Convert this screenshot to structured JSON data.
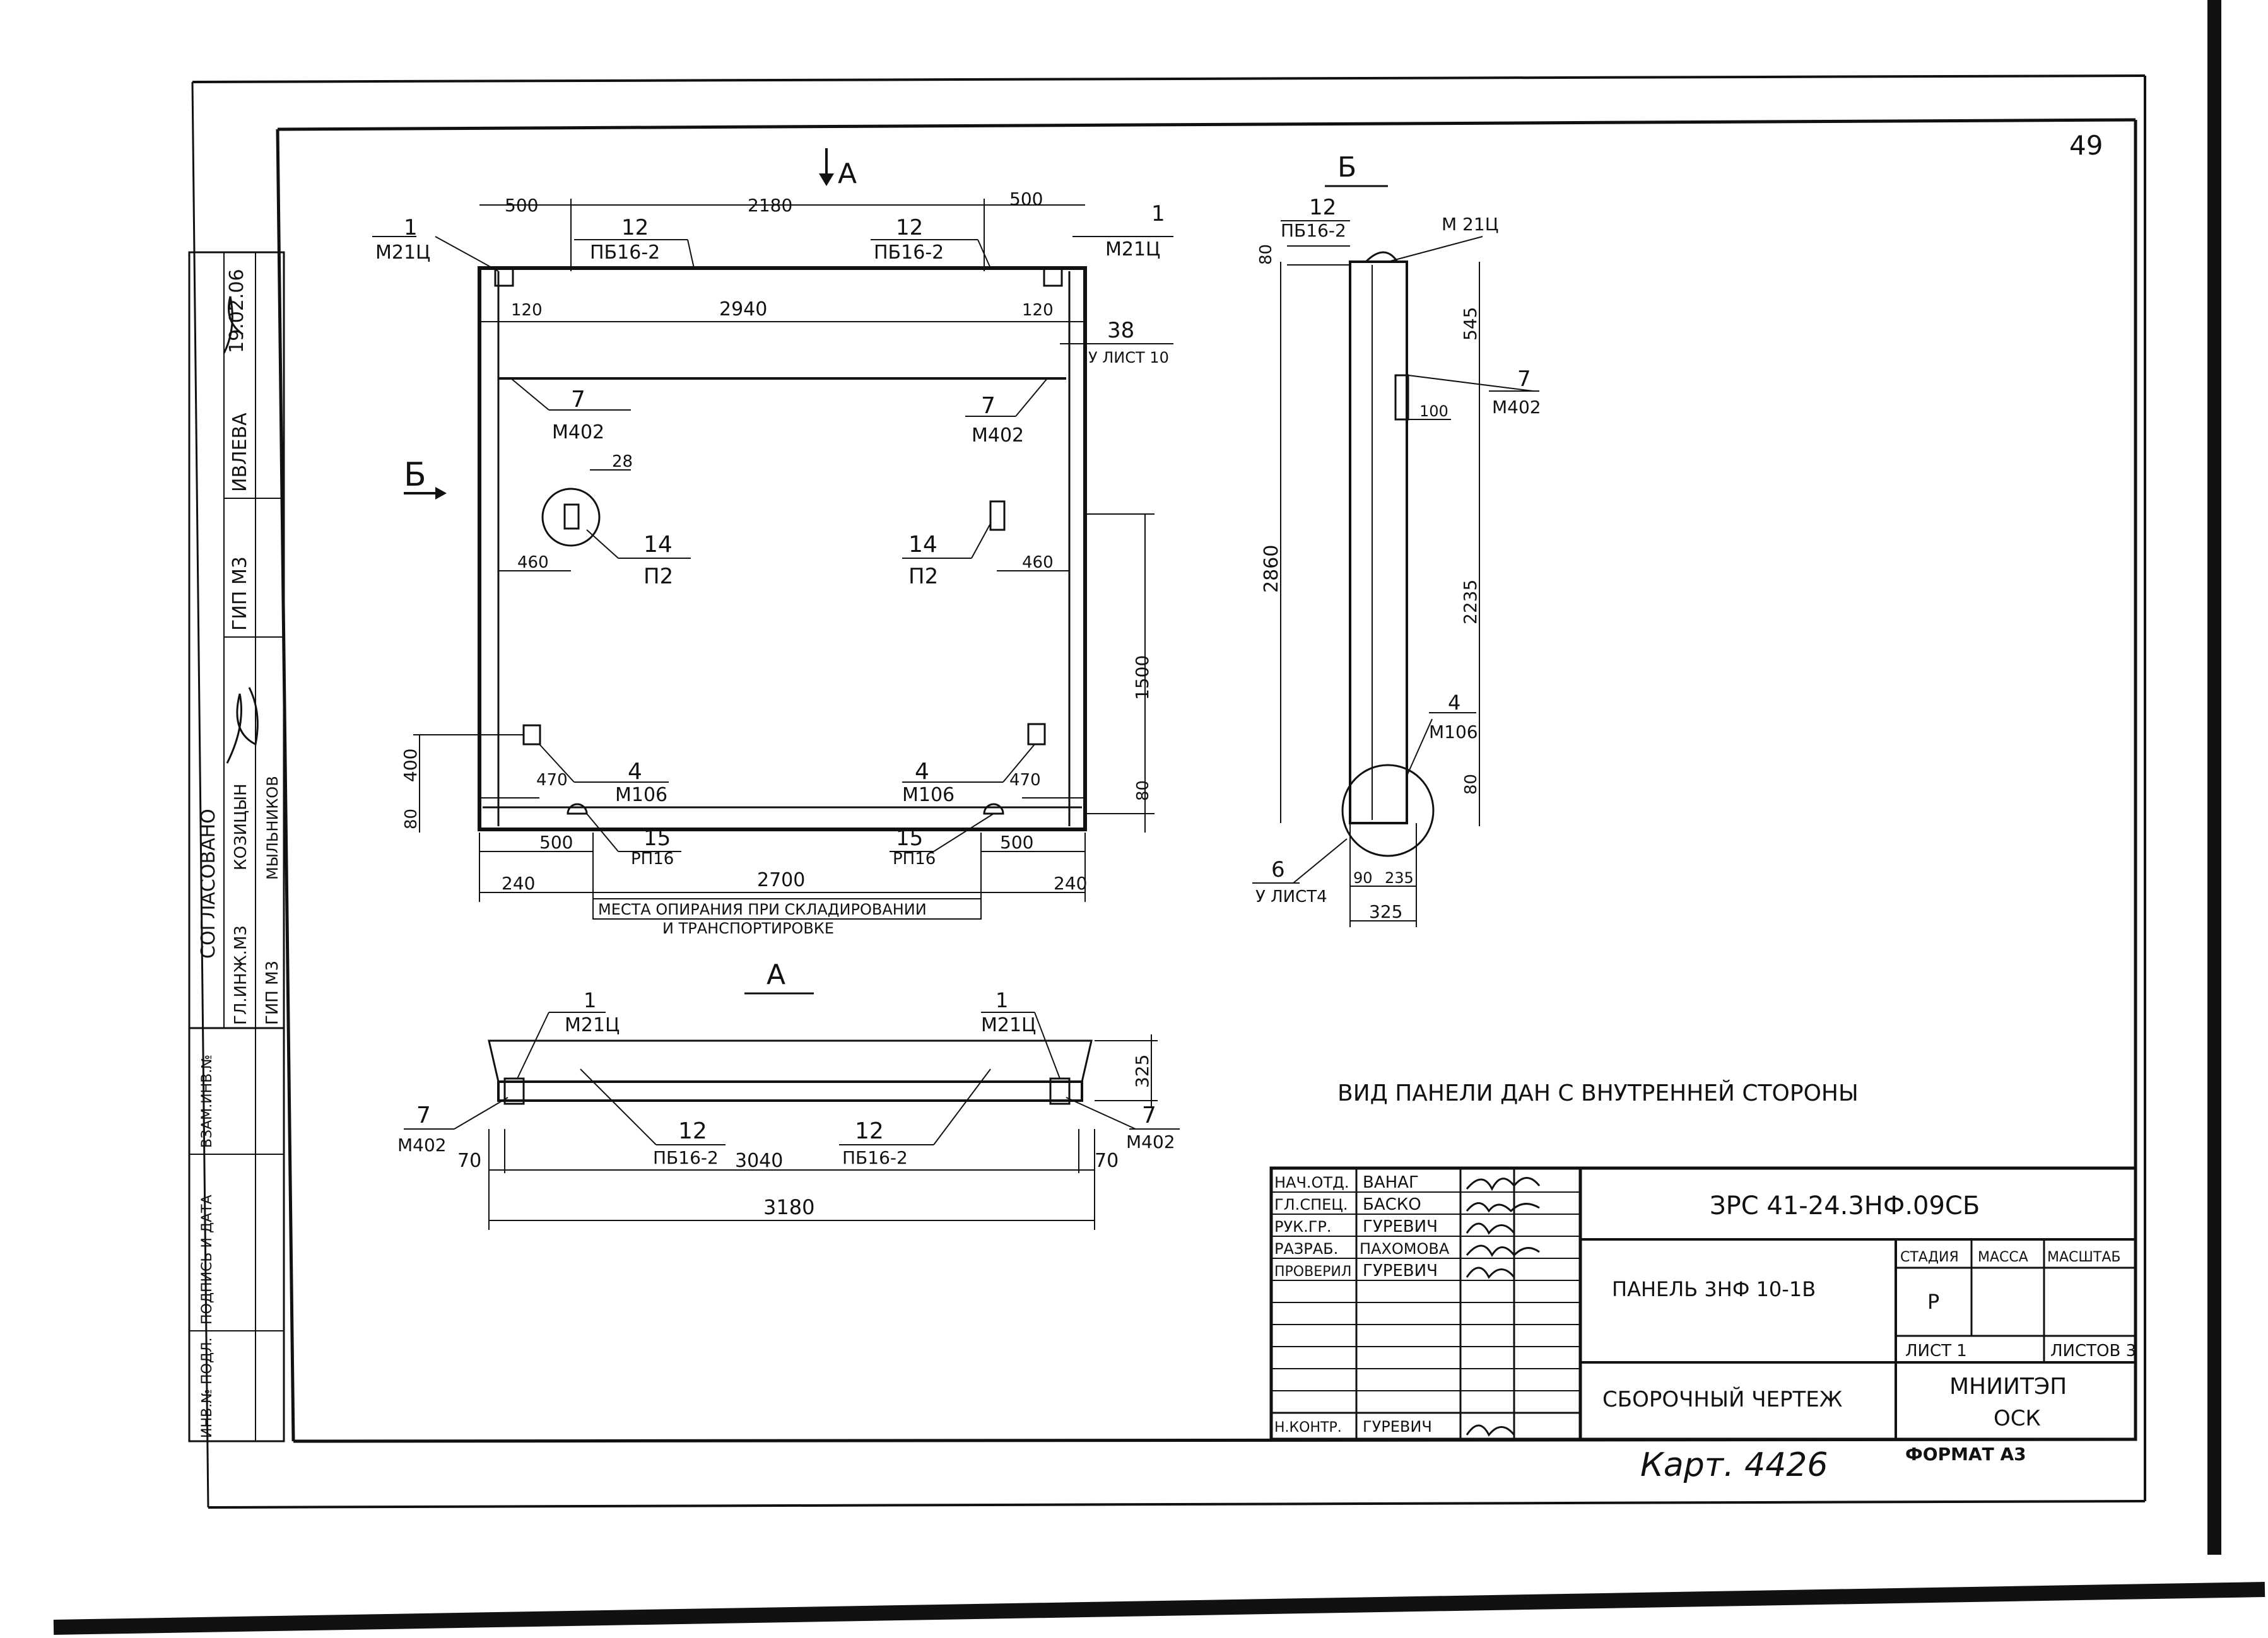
{
  "sheet_number": "49",
  "views": {
    "front": {
      "arrow_label": "А",
      "side_arrow_label": "Б",
      "dims": {
        "top_left": "500",
        "top_mid": "2180",
        "top_right": "500",
        "row2_left": "120",
        "row2_mid": "2940",
        "row2_right": "120",
        "bottom_left": "240",
        "bottom_mid": "2700",
        "bottom_right": "240",
        "support_left": "500",
        "support_right": "500",
        "left_h1": "400",
        "left_h2": "80",
        "right_h1": "1500",
        "right_h2": "80",
        "insert_left": "460",
        "insert_right": "460",
        "anchor_left": "470",
        "anchor_right": "470"
      },
      "callouts": {
        "c1_num": "1",
        "c1_code": "М21Ц",
        "c1r_num": "1",
        "c1r_code": "М21Ц",
        "c12a_num": "12",
        "c12a_code": "ПБ16-2",
        "c12b_num": "12",
        "c12b_code": "ПБ16-2",
        "c38_num": "38",
        "c38_code": "У ЛИСТ 10",
        "c7a_num": "7",
        "c7a_code": "М402",
        "c7b_num": "7",
        "c7b_code": "М402",
        "c28": "28",
        "c14a_num": "14",
        "c14a_code": "П2",
        "c14b_num": "14",
        "c14b_code": "П2",
        "c4a_num": "4",
        "c4a_code": "М106",
        "c4b_num": "4",
        "c4b_code": "М106",
        "c15a_num": "15",
        "c15a_code": "РП16",
        "c15b_num": "15",
        "c15b_code": "РП16"
      },
      "note_line1": "МЕСТА ОПИРАНИЯ ПРИ СКЛАДИРОВАНИИ",
      "note_line2": "И ТРАНСПОРТИРОВКЕ"
    },
    "side": {
      "title": "Б",
      "c12_num": "12",
      "c12_code": "ПБ16-2",
      "c1_code": "М 21Ц",
      "dim_top": "80",
      "dim_545": "545",
      "dim_100": "100",
      "c7_num": "7",
      "c7_code": "М402",
      "dim_2860": "2860",
      "dim_2235": "2235",
      "c4_num": "4",
      "c4_code": "М106",
      "dim_80": "80",
      "c6_num": "6",
      "c6_code": "У ЛИСТ4",
      "dim_90": "90",
      "dim_235": "235",
      "dim_325": "325"
    },
    "plan": {
      "title": "А",
      "c1a_num": "1",
      "c1a_code": "М21Ц",
      "c1b_num": "1",
      "c1b_code": "М21Ц",
      "dim_325": "325",
      "c7a_num": "7",
      "c7a_code": "М402",
      "c7b_num": "7",
      "c7b_code": "М402",
      "c12a_num": "12",
      "c12a_code": "ПБ16-2",
      "c12b_num": "12",
      "c12b_code": "ПБ16-2",
      "dim_70a": "70",
      "dim_3040": "3040",
      "dim_70b": "70",
      "dim_3180": "3180"
    }
  },
  "view_note": "ВИД ПАНЕЛИ ДАН С ВНУТРЕННЕЙ СТОРОНЫ",
  "side_stamp": {
    "agreed": "СОГЛАСОВАНО",
    "rows": [
      {
        "role": "ГЛ.ИНЖ.М3",
        "name": "КОЗИЦЫН"
      },
      {
        "role": "ГИП М3",
        "name": "МЫЛЬНИКОВ"
      },
      {
        "role": "ГИП М3",
        "name": "ИВЛЕВА"
      }
    ],
    "date": "19.02.06",
    "inv_cells": [
      "ИНВ.№ ПОДЛ.",
      "ПОДПИСЬ И ДАТА",
      "ВЗАМ.ИНВ.№"
    ]
  },
  "title_block": {
    "rows": [
      {
        "role": "НАЧ.ОТД.",
        "name": "ВАНАГ"
      },
      {
        "role": "ГЛ.СПЕЦ.",
        "name": "БАСКО"
      },
      {
        "role": "РУК.ГР.",
        "name": "ГУРЕВИЧ"
      },
      {
        "role": "РАЗРАБ.",
        "name": "ПАХОМОВА"
      },
      {
        "role": "ПРОВЕРИЛ",
        "name": "ГУРЕВИЧ"
      },
      {
        "role": "Н.КОНТР.",
        "name": "ГУРЕВИЧ"
      }
    ],
    "code": "ЗРС 41-24.3НФ.09СБ",
    "item_name": "ПАНЕЛЬ 3НФ 10-1В",
    "stage_header": "СТАДИЯ",
    "mass_header": "МАССА",
    "scale_header": "МАСШТАБ",
    "stage": "Р",
    "sheet_label": "ЛИСТ 1",
    "sheets_label": "ЛИСТОВ 3",
    "doc_type": "СБОРОЧНЫЙ ЧЕРТЕЖ",
    "org_line1": "МНИИТЭП",
    "org_line2": "ОСК"
  },
  "handwritten_note": "Карт. 4426",
  "format": "ФОРМАТ А3"
}
